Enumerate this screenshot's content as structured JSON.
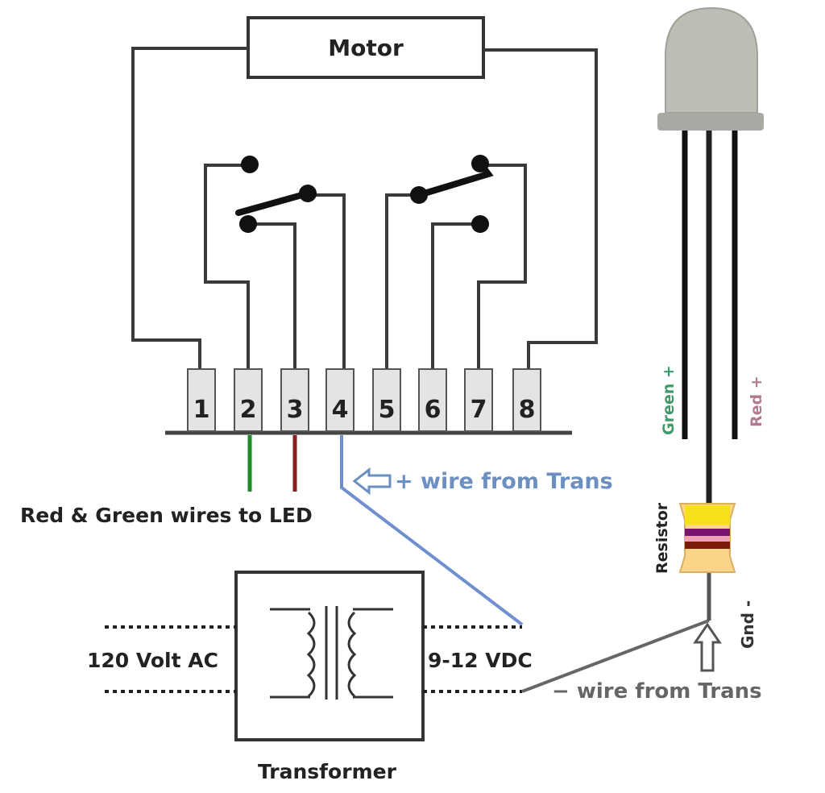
{
  "motor_label": "Motor",
  "pins": [
    "1",
    "2",
    "3",
    "4",
    "5",
    "6",
    "7",
    "8"
  ],
  "labels": {
    "led_wires": "Red & Green wires to LED",
    "plus_wire": "+ wire from Trans",
    "minus_wire": "− wire from Trans",
    "ac_input": "120 Volt AC",
    "dc_output": "9-12 VDC",
    "transformer": "Transformer",
    "green_lead": "Green +",
    "red_lead": "Red +",
    "resistor": "Resistor",
    "ground": "Gnd -"
  },
  "colors": {
    "green_wire": "#1f8a2a",
    "red_wire": "#8a1f1f",
    "blue_wire": "#6f8fcf",
    "annotation": "#6a8fc0"
  }
}
